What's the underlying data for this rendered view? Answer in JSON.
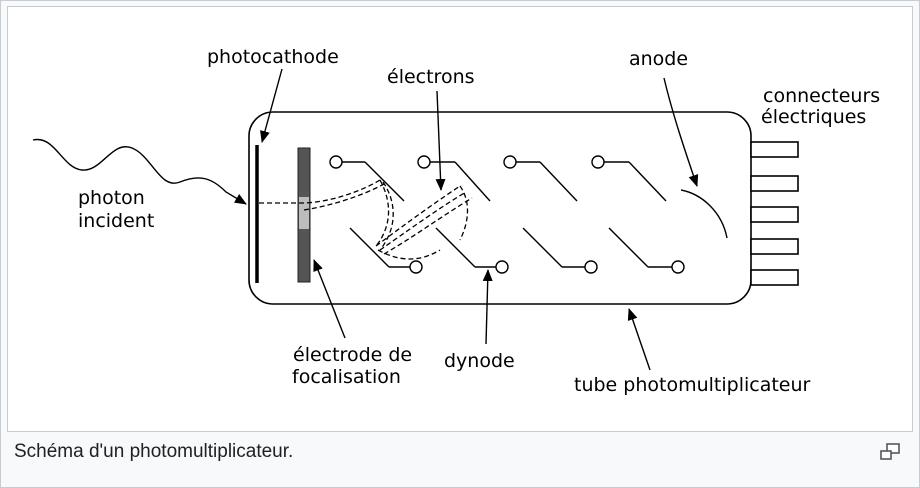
{
  "labels": {
    "photocathode": "photocathode",
    "electrons": "électrons",
    "anode": "anode",
    "connecteurs_1": "connecteurs",
    "connecteurs_2": "électriques",
    "photon_1": "photon",
    "photon_2": "incident",
    "electrode_1": "électrode de",
    "electrode_2": "focalisation",
    "dynode": "dynode",
    "tube": "tube photomultiplicateur"
  },
  "caption": "Schéma d'un photomultiplicateur.",
  "icons": {
    "enlarge": "enlarge-icon"
  }
}
